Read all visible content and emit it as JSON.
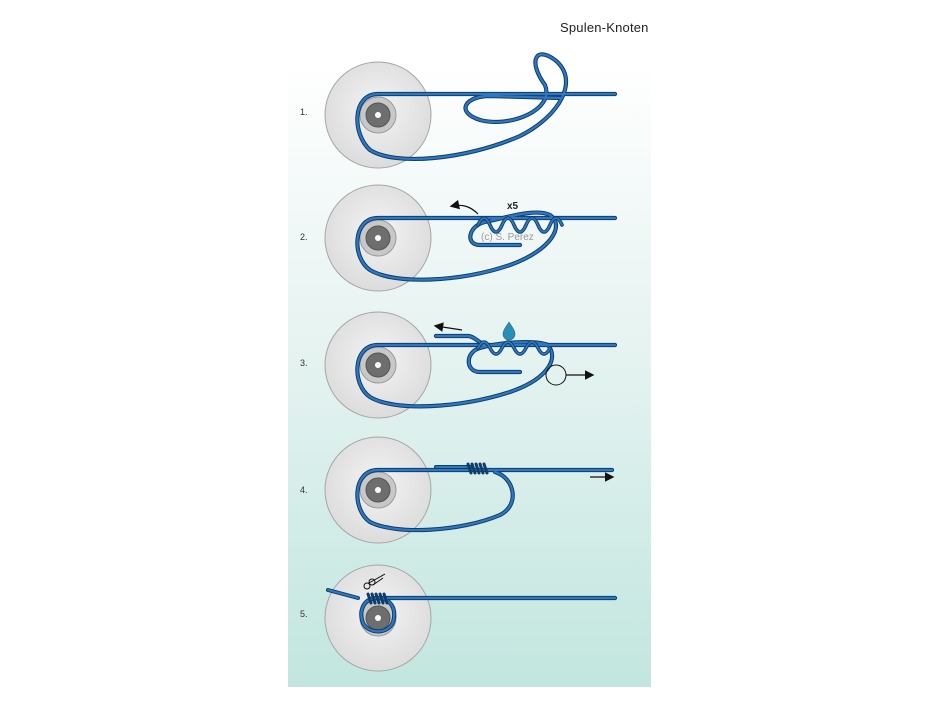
{
  "title": "Spulen-Knoten",
  "steps": [
    {
      "number": "1."
    },
    {
      "number": "2.",
      "wraps_label": "x5",
      "credit": "(c) S. Perez"
    },
    {
      "number": "3."
    },
    {
      "number": "4."
    },
    {
      "number": "5."
    }
  ],
  "icons": [
    "arrow-left-icon",
    "water-drop-icon",
    "arrow-right-icon",
    "scissors-icon"
  ],
  "colors": {
    "line": "#1f5f9e",
    "line_dark": "#0f3d6b",
    "spool": "#e9e9e9",
    "spool_edge": "#a6a6a6",
    "hub": "#6e6e6e",
    "drop": "#2b8fb3",
    "panel_bottom": "#c2e6df"
  }
}
